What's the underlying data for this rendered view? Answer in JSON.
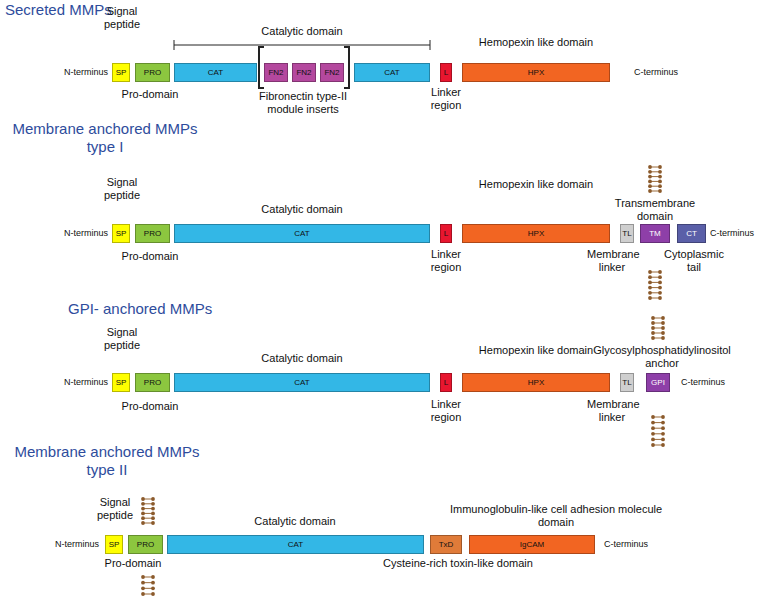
{
  "diagram": {
    "nodes": [
      {
        "text": [
          "SP"
        ]
      },
      {
        "text": [
          "PRO"
        ]
      },
      {
        "text": [
          "CAT"
        ]
      },
      {
        "text": [
          "FN2"
        ]
      },
      {
        "text": [
          "FN2"
        ]
      },
      {
        "text": [
          "FN2"
        ]
      },
      {
        "text": [
          "CAT"
        ]
      },
      {
        "text": [
          "L"
        ]
      },
      {
        "text": [
          "HPX"
        ]
      },
      {
        "text": [
          "SP"
        ]
      },
      {
        "text": [
          "PRO"
        ]
      },
      {
        "text": [
          "CAT"
        ]
      },
      {
        "text": [
          "L"
        ]
      },
      {
        "text": [
          "HPX"
        ]
      },
      {
        "text": [
          "TL"
        ]
      },
      {
        "text": [
          "TM"
        ]
      },
      {
        "text": [
          "CT"
        ]
      },
      {
        "text": [
          "SP"
        ]
      },
      {
        "text": [
          "PRO"
        ]
      },
      {
        "text": [
          "CAT"
        ]
      },
      {
        "text": [
          "L"
        ]
      },
      {
        "text": [
          "HPX"
        ]
      },
      {
        "text": [
          "TL"
        ]
      },
      {
        "text": [
          "GPI"
        ]
      },
      {
        "text": [
          "SP"
        ]
      },
      {
        "text": [
          "PRO"
        ]
      },
      {
        "text": [
          "CAT"
        ]
      },
      {
        "text": [
          "TxD"
        ]
      },
      {
        "text": [
          "IgCAM"
        ]
      }
    ],
    "labels": [
      "Secreted MMPs",
      "Signal peptide",
      "Catalytic domain",
      "Hemopexin like domain",
      "N-terminus",
      "C-terminus",
      "Pro-domain",
      "Fibronectin type-II module inserts",
      "Linker region",
      "Membrane anchored MMPs type I",
      "Signal peptide",
      "Hemopexin like domain",
      "Catalytic domain",
      "Transmembrane domain",
      "N-terminus",
      "C-terminus",
      "Pro-domain",
      "Linker region",
      "Membrane linker",
      "Cytoplasmic tail",
      "GPI- anchored MMPs",
      "Signal peptide",
      "Catalytic domain",
      "Hemopexin like domain",
      "Glycosylphosphatidylinositol anchor",
      "N-terminus",
      "C-terminus",
      "Pro-domain",
      "Linker region",
      "Membrane linker",
      "Membrane anchored MMPs type II",
      "Signal peptide",
      "Catalytic domain",
      "Immunoglobulin-like cell adhesion molecule domain",
      "N-terminus",
      "C-terminus",
      "Pro-domain",
      "Cysteine-rich toxin-like domain"
    ]
  }
}
